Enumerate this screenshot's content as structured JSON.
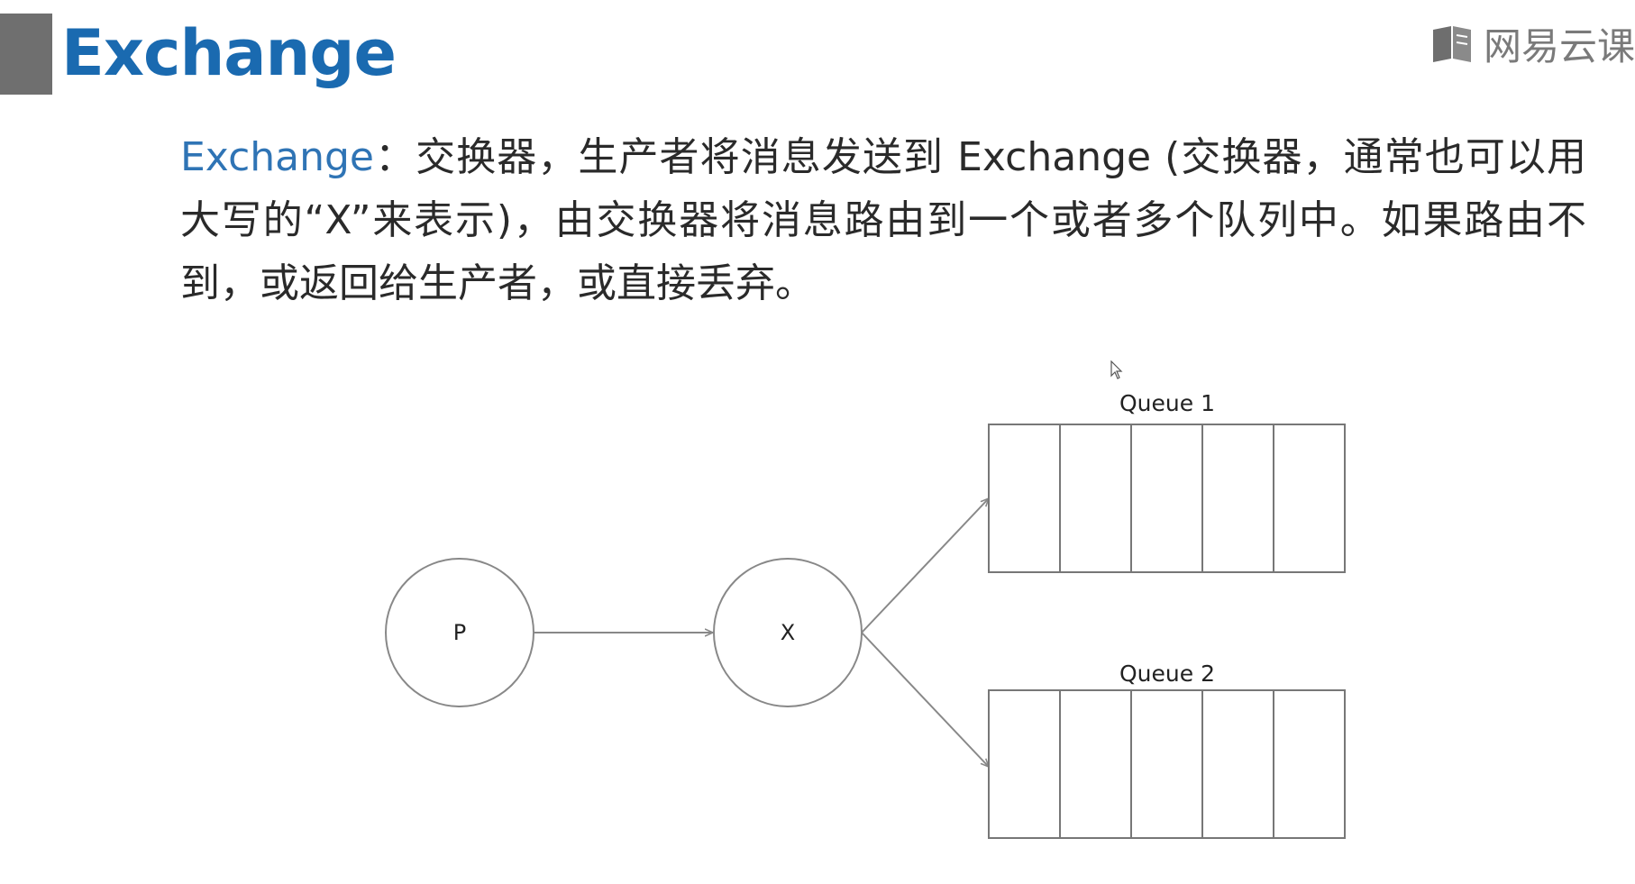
{
  "header": {
    "title": "Exchange",
    "logo_text": "网易云课",
    "logo_icon": "book-icon"
  },
  "description": {
    "term": "Exchange",
    "body": "：交换器，生产者将消息发送到 Exchange (交换器，通常也可以用大写的“X”来表示)，由交换器将消息路由到一个或者多个队列中。如果路由不到，或返回给生产者，或直接丢弃。"
  },
  "diagram": {
    "producer_label": "P",
    "exchange_label": "X",
    "queues": [
      {
        "label": "Queue 1",
        "slots": 5
      },
      {
        "label": "Queue 2",
        "slots": 5
      }
    ],
    "colors": {
      "stroke": "#888888",
      "queue_stroke": "#777777"
    }
  },
  "colors": {
    "title": "#1a6ab0",
    "term": "#2f74b5",
    "title_bar": "#6f6f6f",
    "logo": "#7a7a7a"
  }
}
